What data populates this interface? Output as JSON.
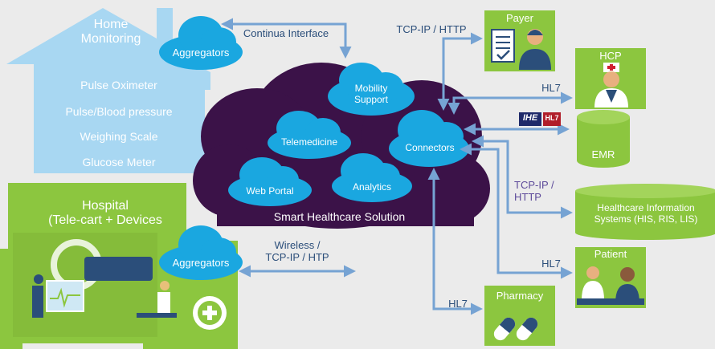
{
  "home": {
    "title": "Home\nMonitoring",
    "devices": [
      "Pulse Oximeter",
      "Pulse/Blood pressure",
      "Weighing Scale",
      "Glucose Meter"
    ]
  },
  "hospital": {
    "title": "Hospital\n(Tele-cart + Devices"
  },
  "aggregators": {
    "top": "Aggregators",
    "bottom": "Aggregators"
  },
  "cloud": {
    "title": "Smart Healthcare Solution",
    "nodes": {
      "mobility": "Mobility\nSupport",
      "telemedicine": "Telemedicine",
      "connectors": "Connectors",
      "webportal": "Web Portal",
      "analytics": "Analytics"
    }
  },
  "links": {
    "continua": "Continua Interface",
    "payer_proto": "TCP-IP / HTTP",
    "hcp_proto": "HL7",
    "his_proto": "TCP-IP /\nHTTP",
    "patient_proto": "HL7",
    "pharmacy_proto": "HL7",
    "wireless": "Wireless /\nTCP-IP / HTP"
  },
  "targets": {
    "payer": "Payer",
    "hcp": "HCP",
    "emr": "EMR",
    "his": "Healthcare Information\nSystems (HIS, RIS, LIS)",
    "patient": "Patient",
    "pharmacy": "Pharmacy"
  },
  "logos": {
    "ihe": "IHE",
    "hl7": "HL7"
  },
  "colors": {
    "cloud_dark": "#3b1248",
    "cloud_blue": "#1aa7e0",
    "green": "#8cc63f",
    "light_blue": "#a8d7f2",
    "arrow": "#76a3d3",
    "navy": "#2b4e7a"
  },
  "icons": [
    "document-check-icon",
    "doctor-icon",
    "database-icon",
    "pill-icon",
    "patient-doctor-icon",
    "plus-icon",
    "aggregator-cloud-icon"
  ]
}
